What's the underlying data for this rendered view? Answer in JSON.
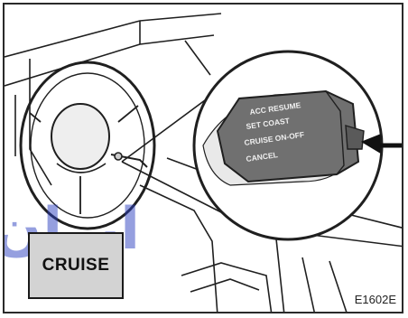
{
  "figure": {
    "indicator_label": "CRUISE",
    "figure_code": "E1602E",
    "lever_markings": [
      "ACC RESUME",
      "SET COAST",
      "CRUISE ON-OFF",
      "CANCEL"
    ],
    "watermark_text": "ایران خودرو فارس",
    "colors": {
      "line": "#1f1f1f",
      "dash_fill": "#e3e3e3",
      "lever": "#707070",
      "indicator_bg": "#d3d3d3",
      "watermark": "#2b3fbf"
    }
  }
}
